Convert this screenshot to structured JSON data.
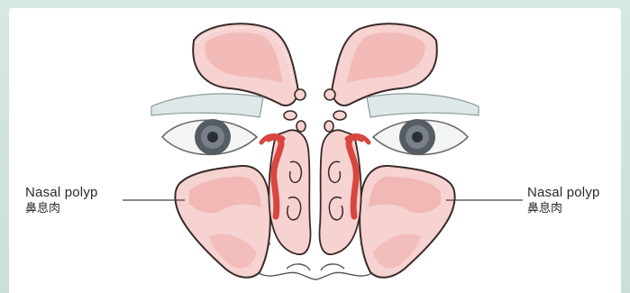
{
  "labels": {
    "left": {
      "en": "Nasal polyp",
      "zh": "鼻息肉"
    },
    "right": {
      "en": "Nasal polyp",
      "zh": "鼻息肉"
    }
  },
  "colors": {
    "sinus_fill": "#f6d2d0",
    "sinus_dark": "#eea7a3",
    "outline": "#3a2a2a",
    "artery": "#d8463f",
    "eyebrow": "#dfe8e8",
    "eye_white": "#f3f5f5",
    "iris": "#555c62"
  }
}
